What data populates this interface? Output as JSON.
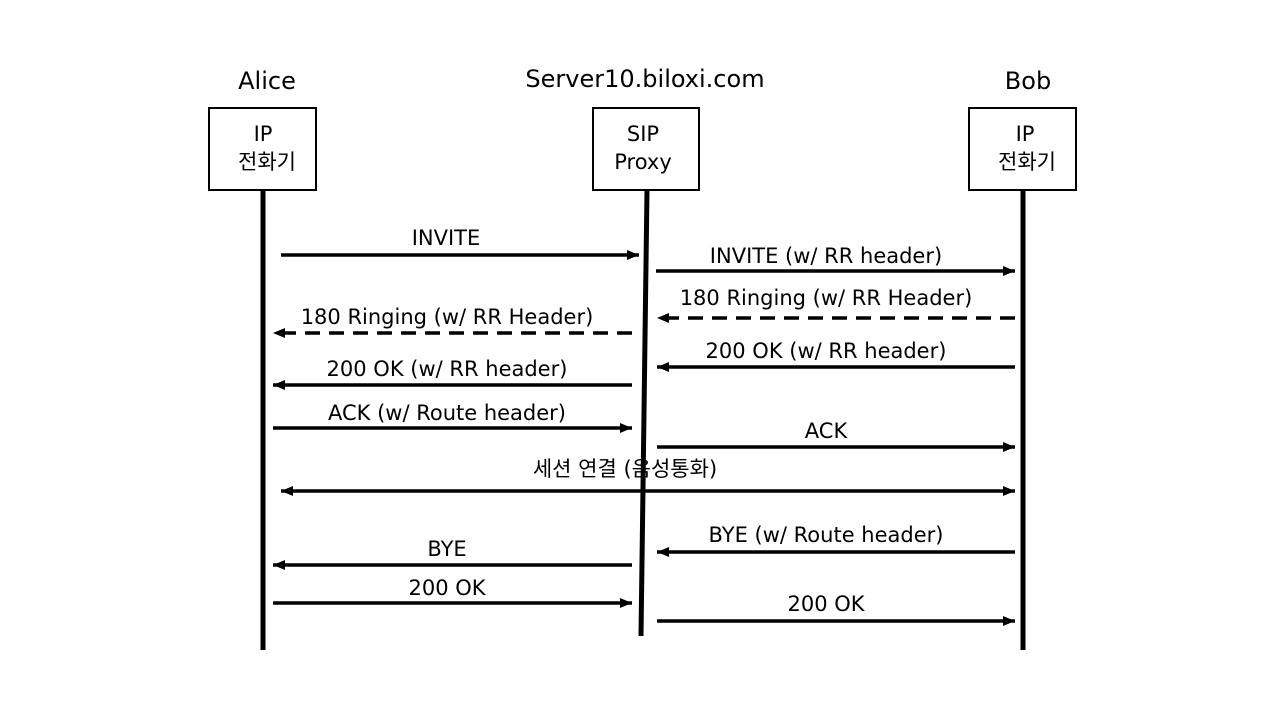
{
  "participants": {
    "alice": {
      "title": "Alice",
      "line1": "IP",
      "line2": "전화기"
    },
    "server": {
      "title": "Server10.biloxi.com",
      "line1": "SIP",
      "line2": "Proxy"
    },
    "bob": {
      "title": "Bob",
      "line1": "IP",
      "line2": "전화기"
    }
  },
  "messages": [
    {
      "id": "invite-1",
      "text": "INVITE",
      "from": "alice",
      "to": "server",
      "dashed": false
    },
    {
      "id": "invite-2",
      "text": "INVITE (w/ RR header)",
      "from": "server",
      "to": "bob",
      "dashed": false
    },
    {
      "id": "ringing-1",
      "text": "180 Ringing (w/ RR Header)",
      "from": "bob",
      "to": "server",
      "dashed": true
    },
    {
      "id": "ringing-2",
      "text": "180 Ringing (w/ RR Header)",
      "from": "server",
      "to": "alice",
      "dashed": true
    },
    {
      "id": "ok-1",
      "text": "200 OK (w/ RR header)",
      "from": "bob",
      "to": "server",
      "dashed": false
    },
    {
      "id": "ok-2",
      "text": "200 OK (w/ RR header)",
      "from": "server",
      "to": "alice",
      "dashed": false
    },
    {
      "id": "ack-1",
      "text": "ACK (w/ Route header)",
      "from": "alice",
      "to": "server",
      "dashed": false
    },
    {
      "id": "ack-2",
      "text": "ACK",
      "from": "server",
      "to": "bob",
      "dashed": false
    },
    {
      "id": "session",
      "text": "세션 연결 (음성통화)",
      "from": "alice",
      "to": "bob",
      "dashed": false,
      "bidirectional": true
    },
    {
      "id": "bye-1",
      "text": "BYE (w/ Route header)",
      "from": "bob",
      "to": "server",
      "dashed": false
    },
    {
      "id": "bye-2",
      "text": "BYE",
      "from": "server",
      "to": "alice",
      "dashed": false
    },
    {
      "id": "ok200-1",
      "text": "200 OK",
      "from": "alice",
      "to": "server",
      "dashed": false
    },
    {
      "id": "ok200-2",
      "text": "200 OK",
      "from": "server",
      "to": "bob",
      "dashed": false
    }
  ]
}
